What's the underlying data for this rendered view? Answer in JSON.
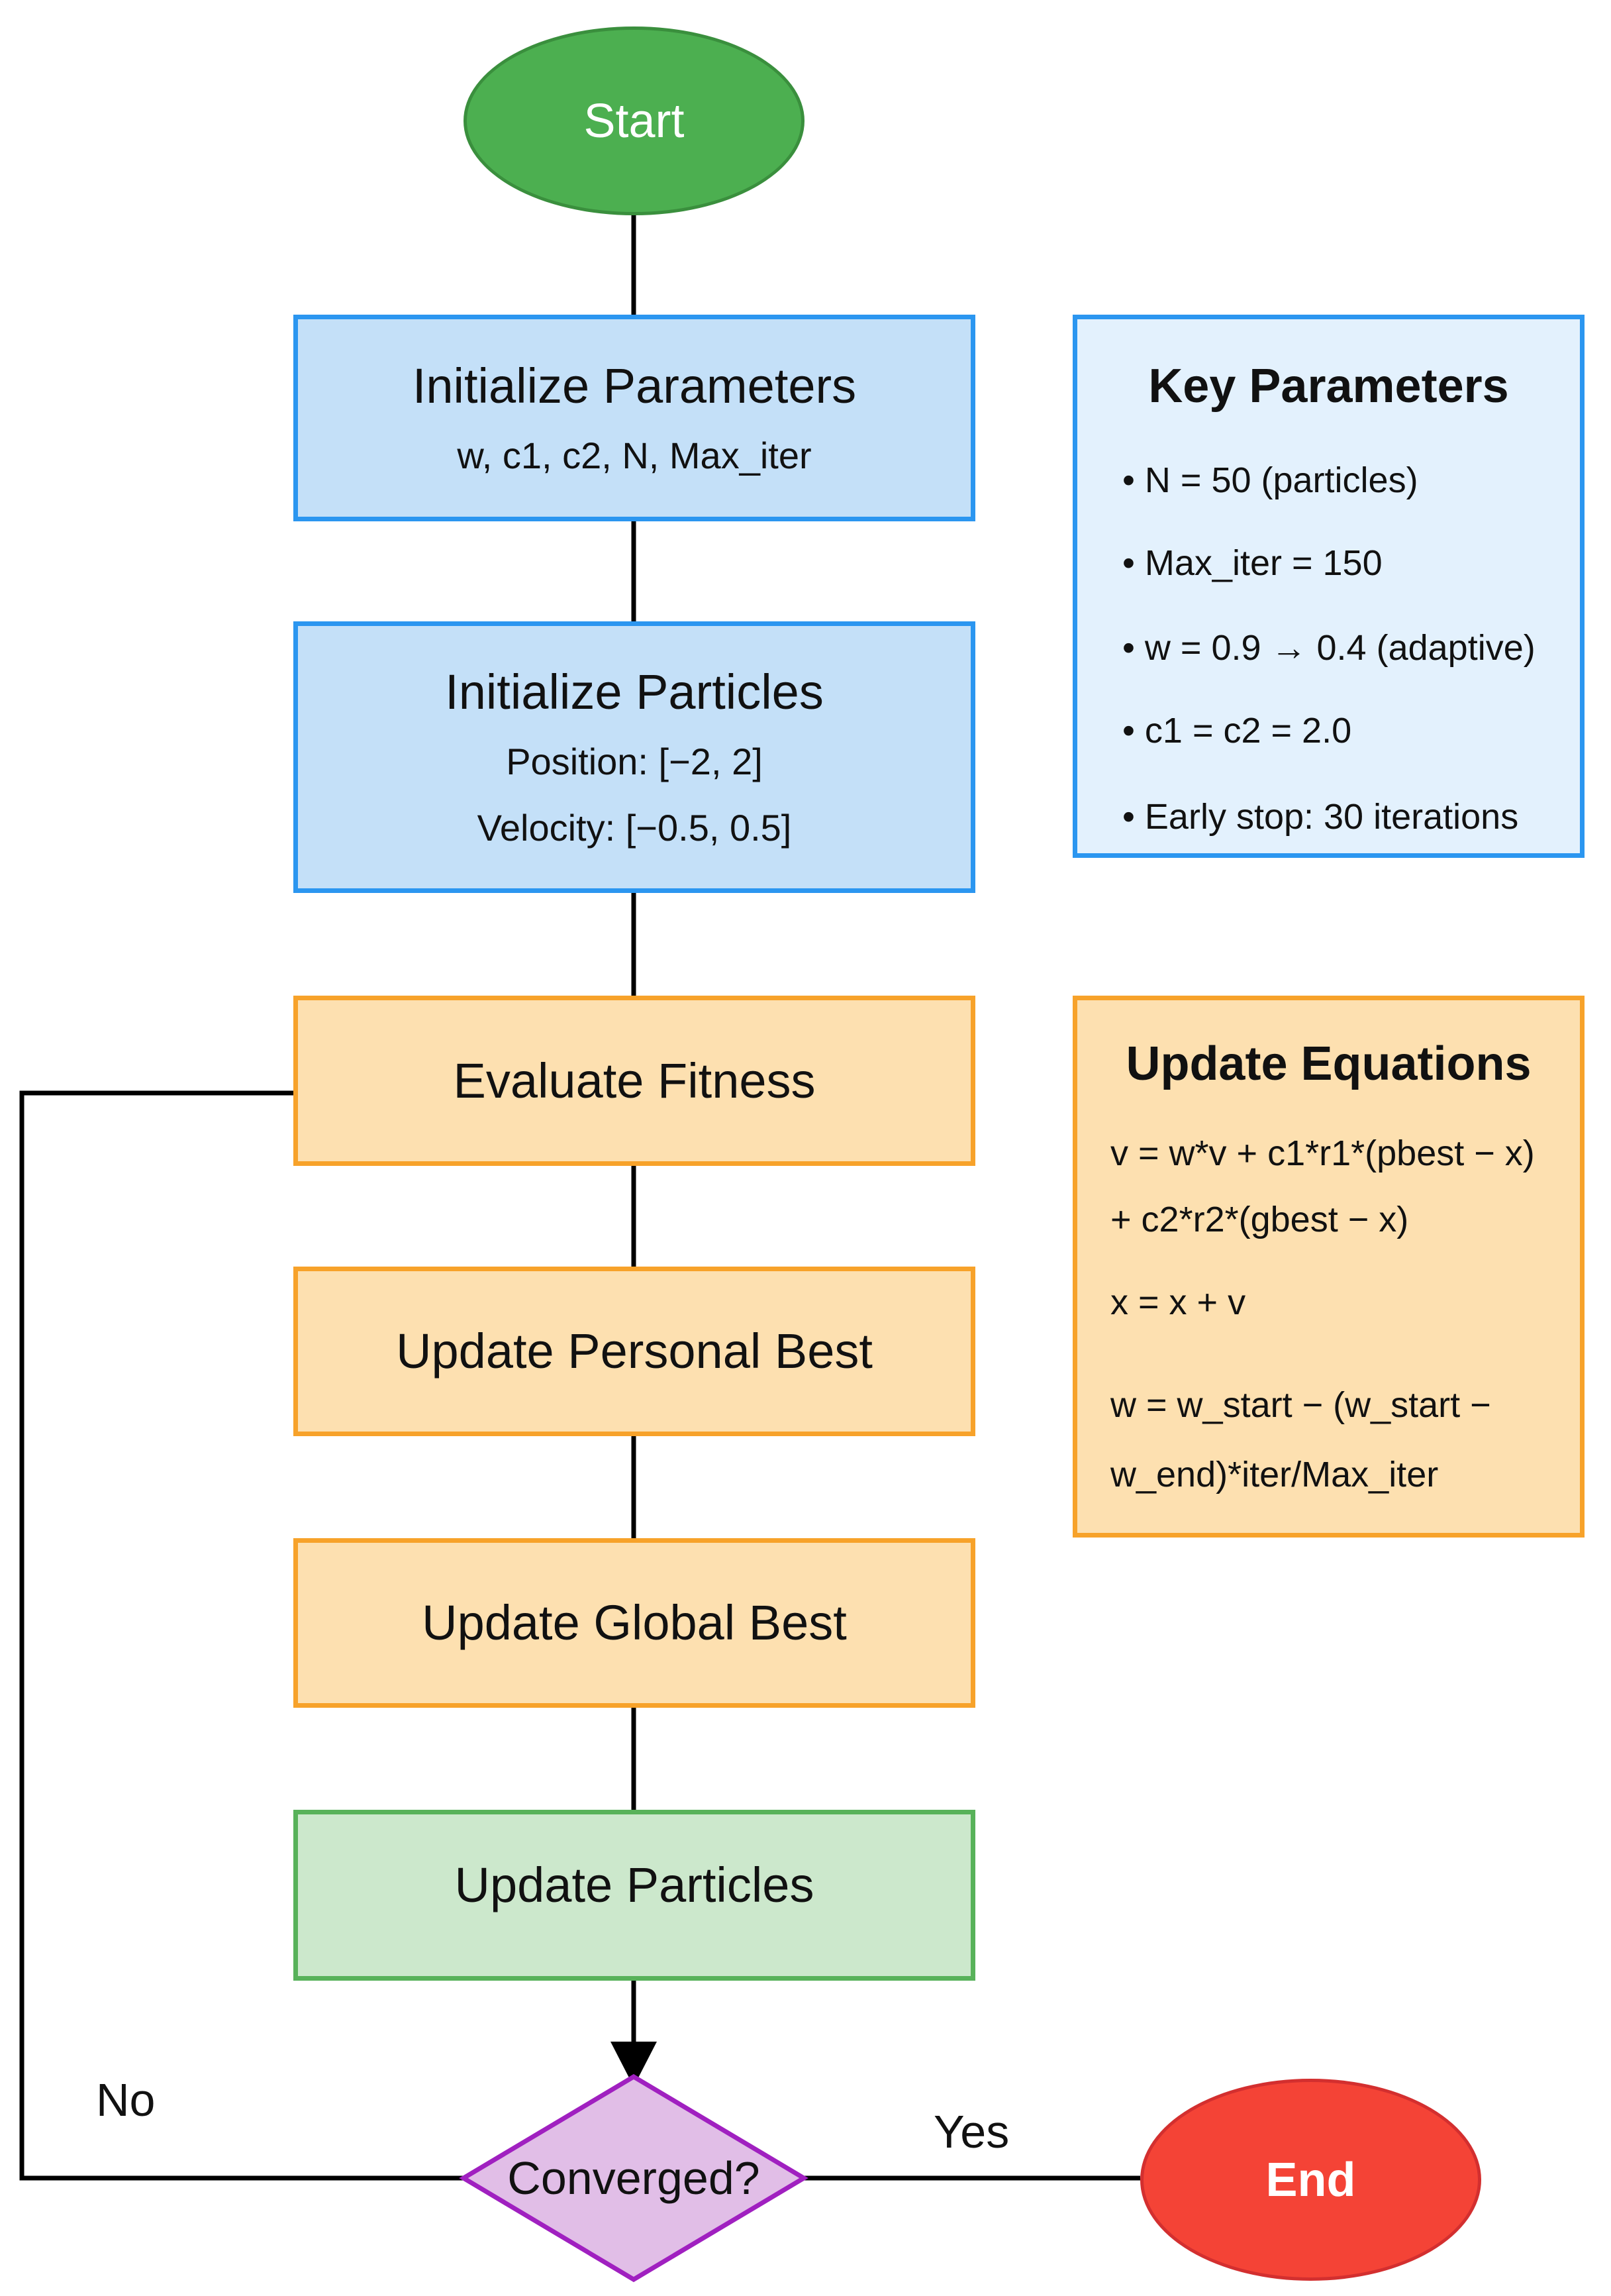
{
  "start": {
    "label": "Start"
  },
  "init_params": {
    "title": "Initialize Parameters",
    "sub": "w, c1, c2, N, Max_iter"
  },
  "init_particles": {
    "title": "Initialize Particles",
    "position": "Position: [−2, 2]",
    "velocity": "Velocity: [−0.5, 0.5]"
  },
  "evaluate": {
    "title": "Evaluate Fitness"
  },
  "personal_best": {
    "title": "Update Personal Best"
  },
  "global_best": {
    "title": "Update Global Best"
  },
  "update_particles": {
    "title": "Update Particles"
  },
  "decision": {
    "label": "Converged?",
    "no_label": "No",
    "yes_label": "Yes"
  },
  "end": {
    "label": "End"
  },
  "key_params": {
    "title": "Key Parameters",
    "items": [
      "• N = 50 (particles)",
      "• Max_iter = 150",
      "• w = 0.9 → 0.4 (adaptive)",
      "• c1 = c2 = 2.0",
      "• Early stop: 30 iterations"
    ]
  },
  "equations": {
    "title": "Update Equations",
    "lines": [
      "v = w*v + c1*r1*(pbest − x)",
      "+ c2*r2*(gbest − x)",
      "x = x + v",
      "w = w_start − (w_start −",
      "w_end)*iter/Max_iter"
    ]
  },
  "colors": {
    "start_fill": "#4caf50",
    "end_fill": "#f44336",
    "blue_fill": "#c4e0f8",
    "orange_fill": "#fde0b0",
    "green_fill": "#cce8cc",
    "decision_fill": "#e1bee7",
    "decision_stroke": "#a020c0"
  }
}
